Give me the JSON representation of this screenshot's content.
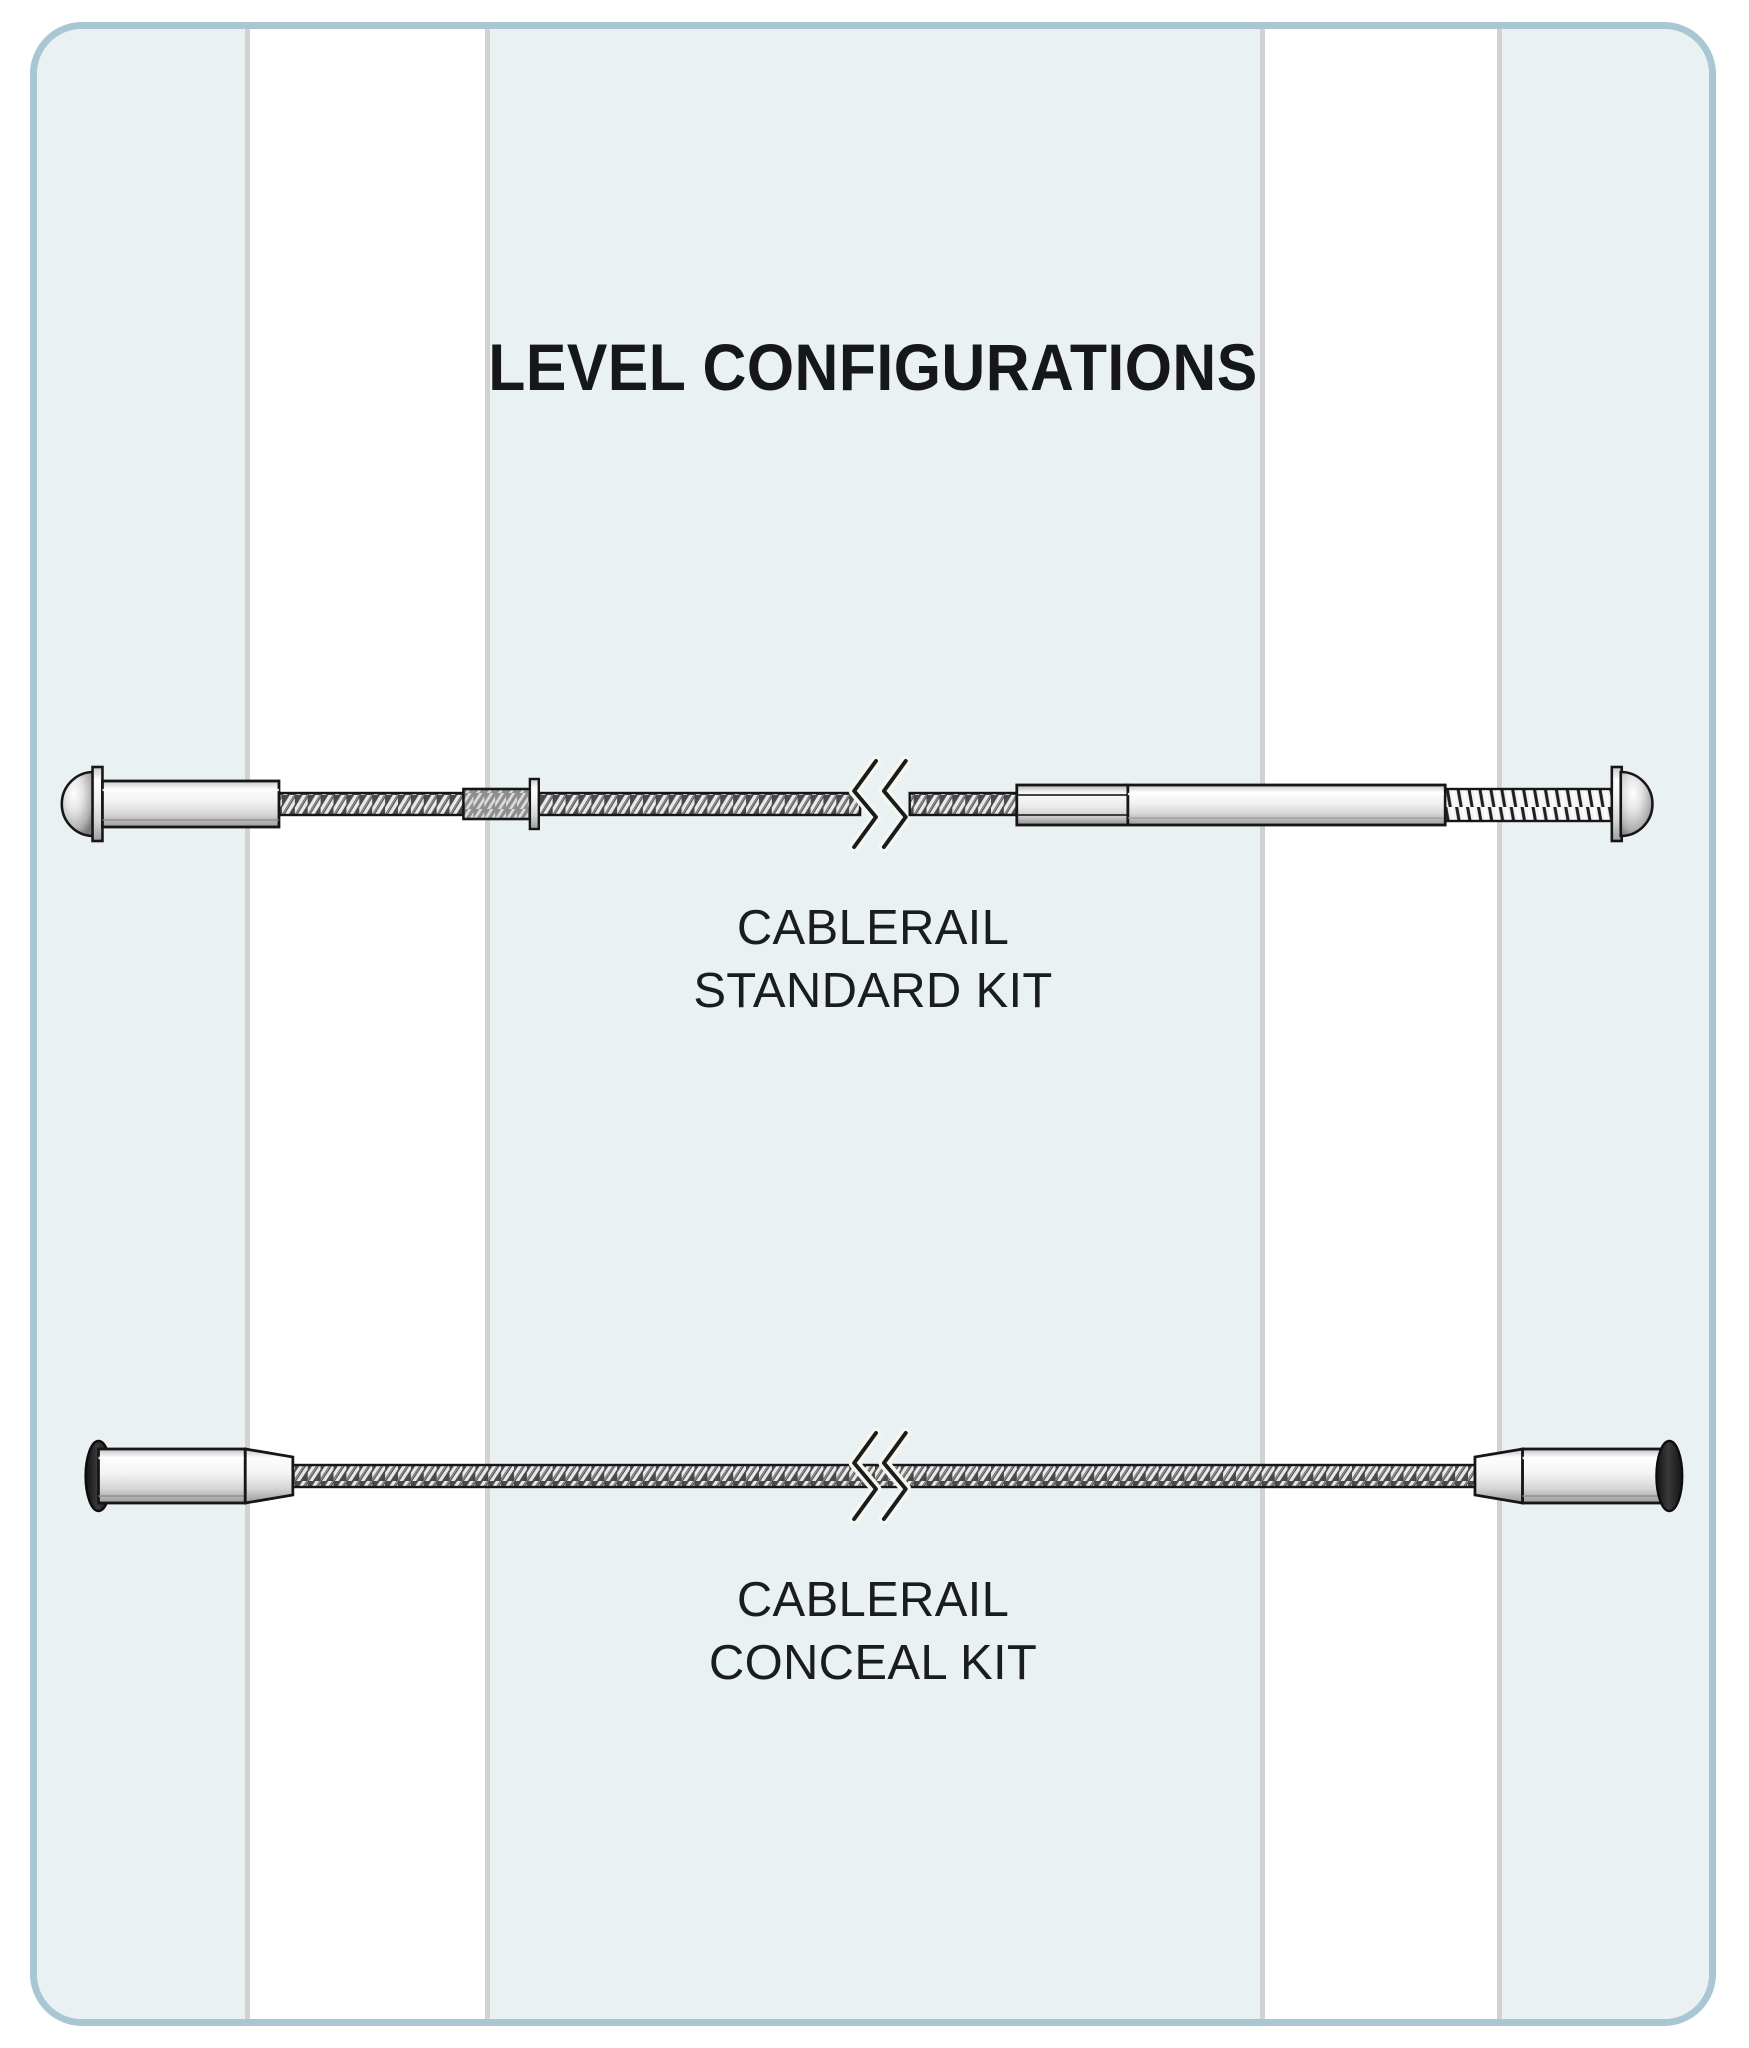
{
  "diagram": {
    "title": "LEVEL CONFIGURATIONS",
    "card": {
      "border_color": "#a9c6d3",
      "background_tint_color": "#eaf1f3",
      "background_white_color": "#ffffff",
      "divider_color": "#d2d2d2"
    },
    "assemblies": [
      {
        "id": "cablerail-standard-kit",
        "caption_line_1": "CABLERAIL",
        "caption_line_2": "STANDARD KIT",
        "break_symbol": "cable-break-symbol",
        "components": [
          "domed-acorn-cap-left",
          "cylindrical-fitting-left",
          "braided-cable",
          "ferrule",
          "cable-break-symbol",
          "swage-sleeve-right",
          "threaded-rod",
          "domed-acorn-nut-right"
        ]
      },
      {
        "id": "cablerail-conceal-kit",
        "caption_line_1": "CABLERAIL",
        "caption_line_2": "CONCEAL KIT",
        "break_symbol": "cable-break-symbol",
        "components": [
          "flat-disc-end-left",
          "concealed-body-left",
          "tapered-shoulder-left",
          "braided-cable",
          "cable-break-symbol",
          "tapered-shoulder-right",
          "concealed-body-right",
          "flat-disc-end-right"
        ]
      }
    ],
    "colors": {
      "metal_light": "#fbfbfb",
      "metal_mid": "#d8d8d8",
      "metal_dark": "#7c7c7c",
      "outline": "#1b1b1b",
      "cable_dark": "#3a3a3a",
      "cable_light": "#e8e8e8",
      "text": "#15171a"
    }
  }
}
